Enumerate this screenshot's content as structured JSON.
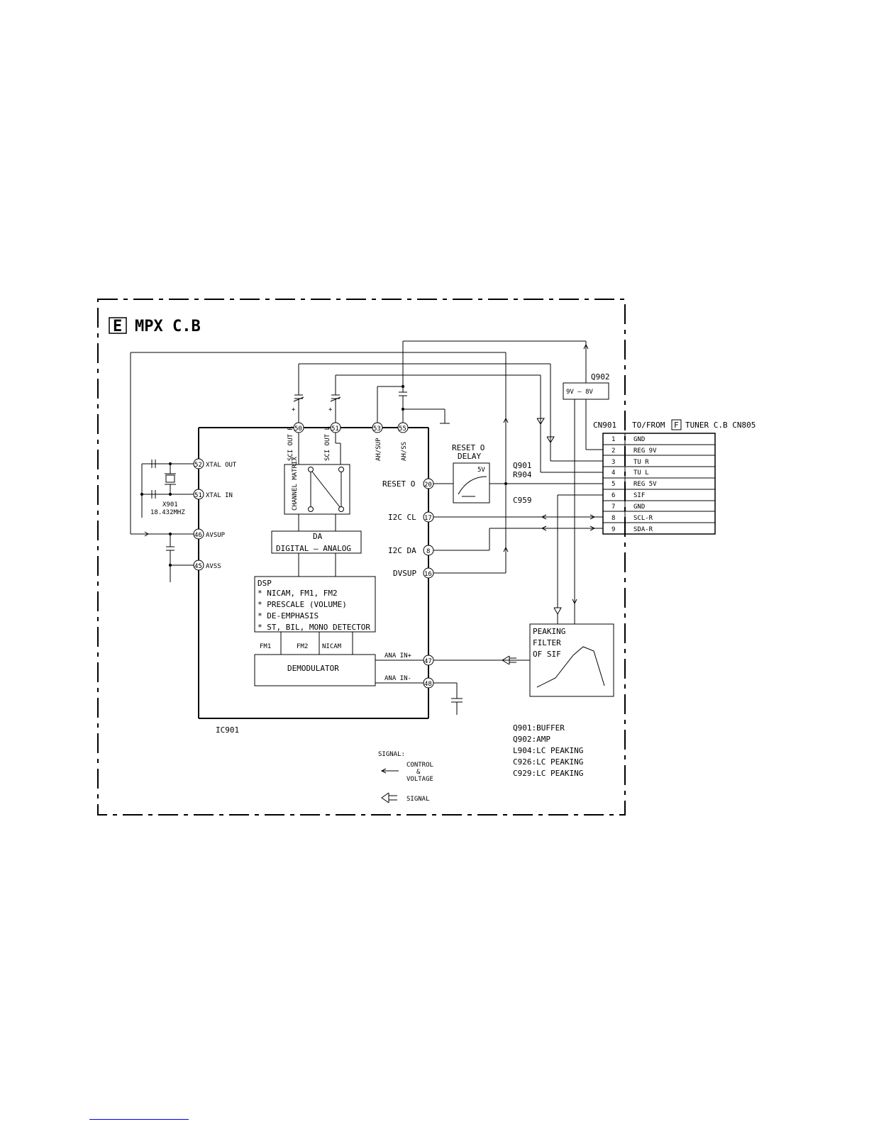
{
  "board": {
    "letter": "E",
    "title": "MPX C.B"
  },
  "ic": {
    "name": "IC901",
    "pins_top": [
      {
        "num": "50",
        "label": "SCI OUT R"
      },
      {
        "num": "51",
        "label": "SCI OUT L"
      },
      {
        "num": "53",
        "label": "AH/SUP"
      },
      {
        "num": "55",
        "label": "AH/SS"
      }
    ],
    "pins_left": [
      {
        "num": "52",
        "label": "XTAL OUT"
      },
      {
        "num": "51",
        "label": "XTAL IN"
      },
      {
        "num": "46",
        "label": "AVSUP"
      },
      {
        "num": "45",
        "label": "AVSS"
      }
    ],
    "pins_right": [
      {
        "num": "20",
        "label": "RESET O"
      },
      {
        "num": "17",
        "label": "I2C CL"
      },
      {
        "num": "8",
        "label": "I2C DA"
      },
      {
        "num": "16",
        "label": "DVSUP"
      },
      {
        "num": "47",
        "label": "ANA IN+"
      },
      {
        "num": "48",
        "label": "ANA IN-"
      }
    ]
  },
  "blocks": {
    "channel_matrix": "CHANNEL MATRIX",
    "da_title": "DA",
    "da_label": "DIGITAL — ANALOG",
    "dsp_title": "DSP",
    "dsp_items": [
      "* NICAM, FM1, FM2",
      "* PRESCALE (VOLUME)",
      "* DE-EMPHASIS",
      "* ST, BIL, MONO DETECTOR"
    ],
    "demod_inputs": [
      "FM1",
      "FM2",
      "NICAM"
    ],
    "demodulator": "DEMODULATOR",
    "reset_delay_line1": "RESET O",
    "reset_delay_line2": "DELAY",
    "reset_delay_level": "5V",
    "peaking_lines": [
      "PEAKING",
      "FILTER",
      "OF SIF"
    ]
  },
  "crystal": {
    "ref": "X901",
    "freq": "18.432MHZ"
  },
  "components": {
    "q902": "Q902",
    "q902_box": "9V — 8V",
    "q901": "Q901",
    "r904": "R904",
    "c959": "C959"
  },
  "connector": {
    "ref": "CN901",
    "to_from": "TO/FROM",
    "board_letter": "F",
    "dest": "TUNER C.B CN805",
    "pins": [
      {
        "num": "1",
        "label": "GND"
      },
      {
        "num": "2",
        "label": "REG 9V"
      },
      {
        "num": "3",
        "label": "TU R"
      },
      {
        "num": "4",
        "label": "TU L"
      },
      {
        "num": "5",
        "label": "REG 5V"
      },
      {
        "num": "6",
        "label": "SIF"
      },
      {
        "num": "7",
        "label": "GND"
      },
      {
        "num": "8",
        "label": "SCL-R"
      },
      {
        "num": "9",
        "label": "SDA-R"
      }
    ]
  },
  "notes": [
    "Q901:BUFFER",
    "Q902:AMP",
    "L904:LC PEAKING",
    "C926:LC PEAKING",
    "C929:LC PEAKING"
  ],
  "legend": {
    "title": "SIGNAL:",
    "control_lines": [
      "CONTROL",
      "&",
      "VOLTAGE"
    ],
    "signal": "SIGNAL"
  }
}
